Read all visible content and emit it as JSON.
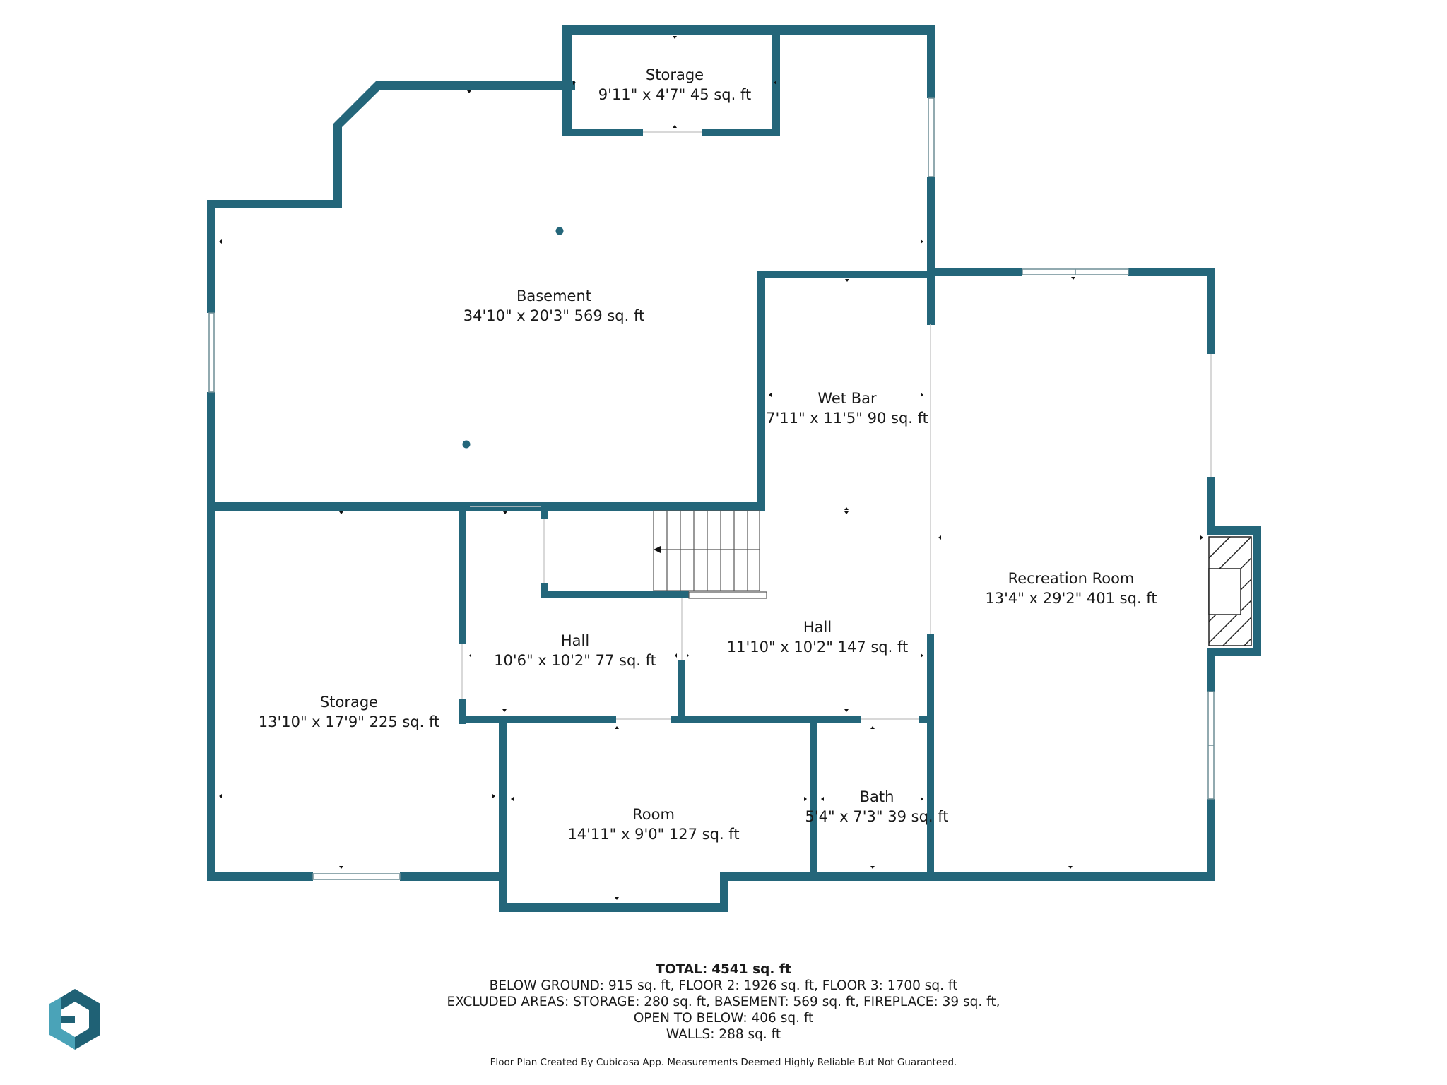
{
  "colors": {
    "wall": "#24667a",
    "text": "#1a1a1a",
    "logo_dark": "#1f6175",
    "logo_light": "#4aa3b8"
  },
  "rooms": {
    "storage_top": {
      "name": "Storage",
      "dims": "9'11\" x 4'7\" 45 sq. ft"
    },
    "basement": {
      "name": "Basement",
      "dims": "34'10\" x 20'3\" 569 sq. ft"
    },
    "wet_bar": {
      "name": "Wet Bar",
      "dims": "7'11\" x 11'5\" 90 sq. ft"
    },
    "recreation_room": {
      "name": "Recreation Room",
      "dims": "13'4\" x 29'2\" 401 sq. ft"
    },
    "hall_small": {
      "name": "Hall",
      "dims": "10'6\" x 10'2\" 77 sq. ft"
    },
    "hall_large": {
      "name": "Hall",
      "dims": "11'10\" x 10'2\" 147 sq. ft"
    },
    "storage_left": {
      "name": "Storage",
      "dims": "13'10\" x 17'9\" 225 sq. ft"
    },
    "room": {
      "name": "Room",
      "dims": "14'11\" x 9'0\" 127 sq. ft"
    },
    "bath": {
      "name": "Bath",
      "dims": "5'4\" x 7'3\" 39 sq. ft"
    }
  },
  "summary": {
    "total_label": "TOTAL:",
    "total_value": "4541 sq. ft",
    "line1": "BELOW GROUND: 915 sq. ft, FLOOR 2: 1926 sq. ft, FLOOR 3: 1700 sq. ft",
    "line2": "EXCLUDED AREAS: STORAGE: 280 sq. ft, BASEMENT: 569 sq. ft, FIREPLACE: 39 sq. ft,",
    "line3": "OPEN TO BELOW: 406 sq. ft",
    "line4": "WALLS: 288 sq. ft"
  },
  "disclaimer": "Floor Plan Created By Cubicasa App. Measurements Deemed Highly Reliable But Not Guaranteed.",
  "logo": {
    "icon": "cubicasa-logo-icon"
  }
}
